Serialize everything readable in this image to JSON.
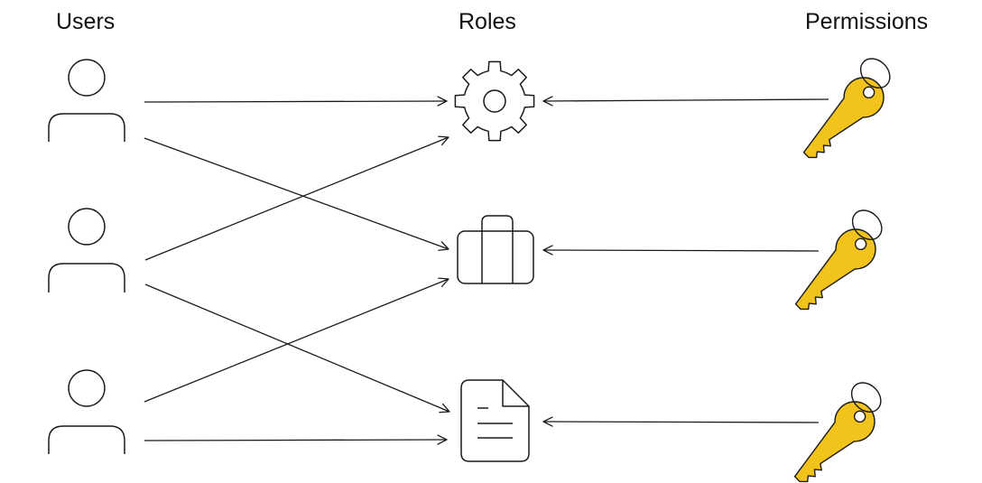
{
  "headings": {
    "users": "Users",
    "roles": "Roles",
    "permissions": "Permissions"
  },
  "users": [
    "user-1",
    "user-2",
    "user-3"
  ],
  "roles": [
    {
      "id": "settings",
      "icon": "gear-icon"
    },
    {
      "id": "work",
      "icon": "briefcase-icon"
    },
    {
      "id": "document",
      "icon": "document-icon"
    }
  ],
  "permissions": [
    {
      "icon": "key-icon",
      "target_role": "settings"
    },
    {
      "icon": "key-icon",
      "target_role": "work"
    },
    {
      "icon": "key-icon",
      "target_role": "document"
    }
  ],
  "user_role_links": [
    {
      "user": 0,
      "role": 0
    },
    {
      "user": 0,
      "role": 1
    },
    {
      "user": 1,
      "role": 0
    },
    {
      "user": 1,
      "role": 2
    },
    {
      "user": 2,
      "role": 1
    },
    {
      "user": 2,
      "role": 2
    }
  ],
  "colors": {
    "stroke": "#1a1a1a",
    "key_fill": "#f2c31b"
  }
}
